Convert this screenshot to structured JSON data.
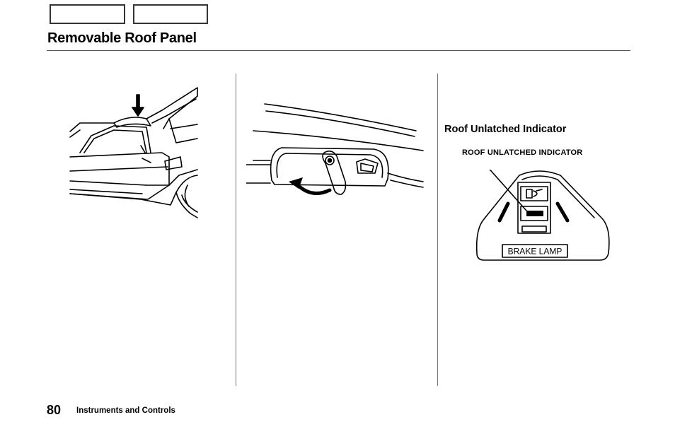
{
  "page": {
    "title": "Removable Roof Panel",
    "page_number": "80",
    "section_name": "Instruments and Controls"
  },
  "indicator_section": {
    "heading": "Roof Unlatched Indicator",
    "callout_label": "ROOF UNLATCHED INDICATOR",
    "panel_label": "BRAKE LAMP"
  },
  "figures": {
    "car_figure": {
      "icon": "car-roof-panel-illustration"
    },
    "latch_figure": {
      "icon": "roof-latch-lever-illustration"
    },
    "indicator_figure": {
      "icon": "indicator-panel-illustration"
    }
  }
}
